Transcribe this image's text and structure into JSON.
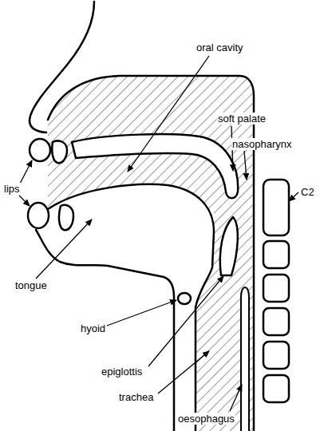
{
  "diagram": {
    "labels": [
      "oral cavity",
      "soft palate",
      "nasopharynx",
      "lips",
      "C2",
      "tongue",
      "hyoid",
      "epiglottis",
      "trachea",
      "oesophagus"
    ]
  }
}
